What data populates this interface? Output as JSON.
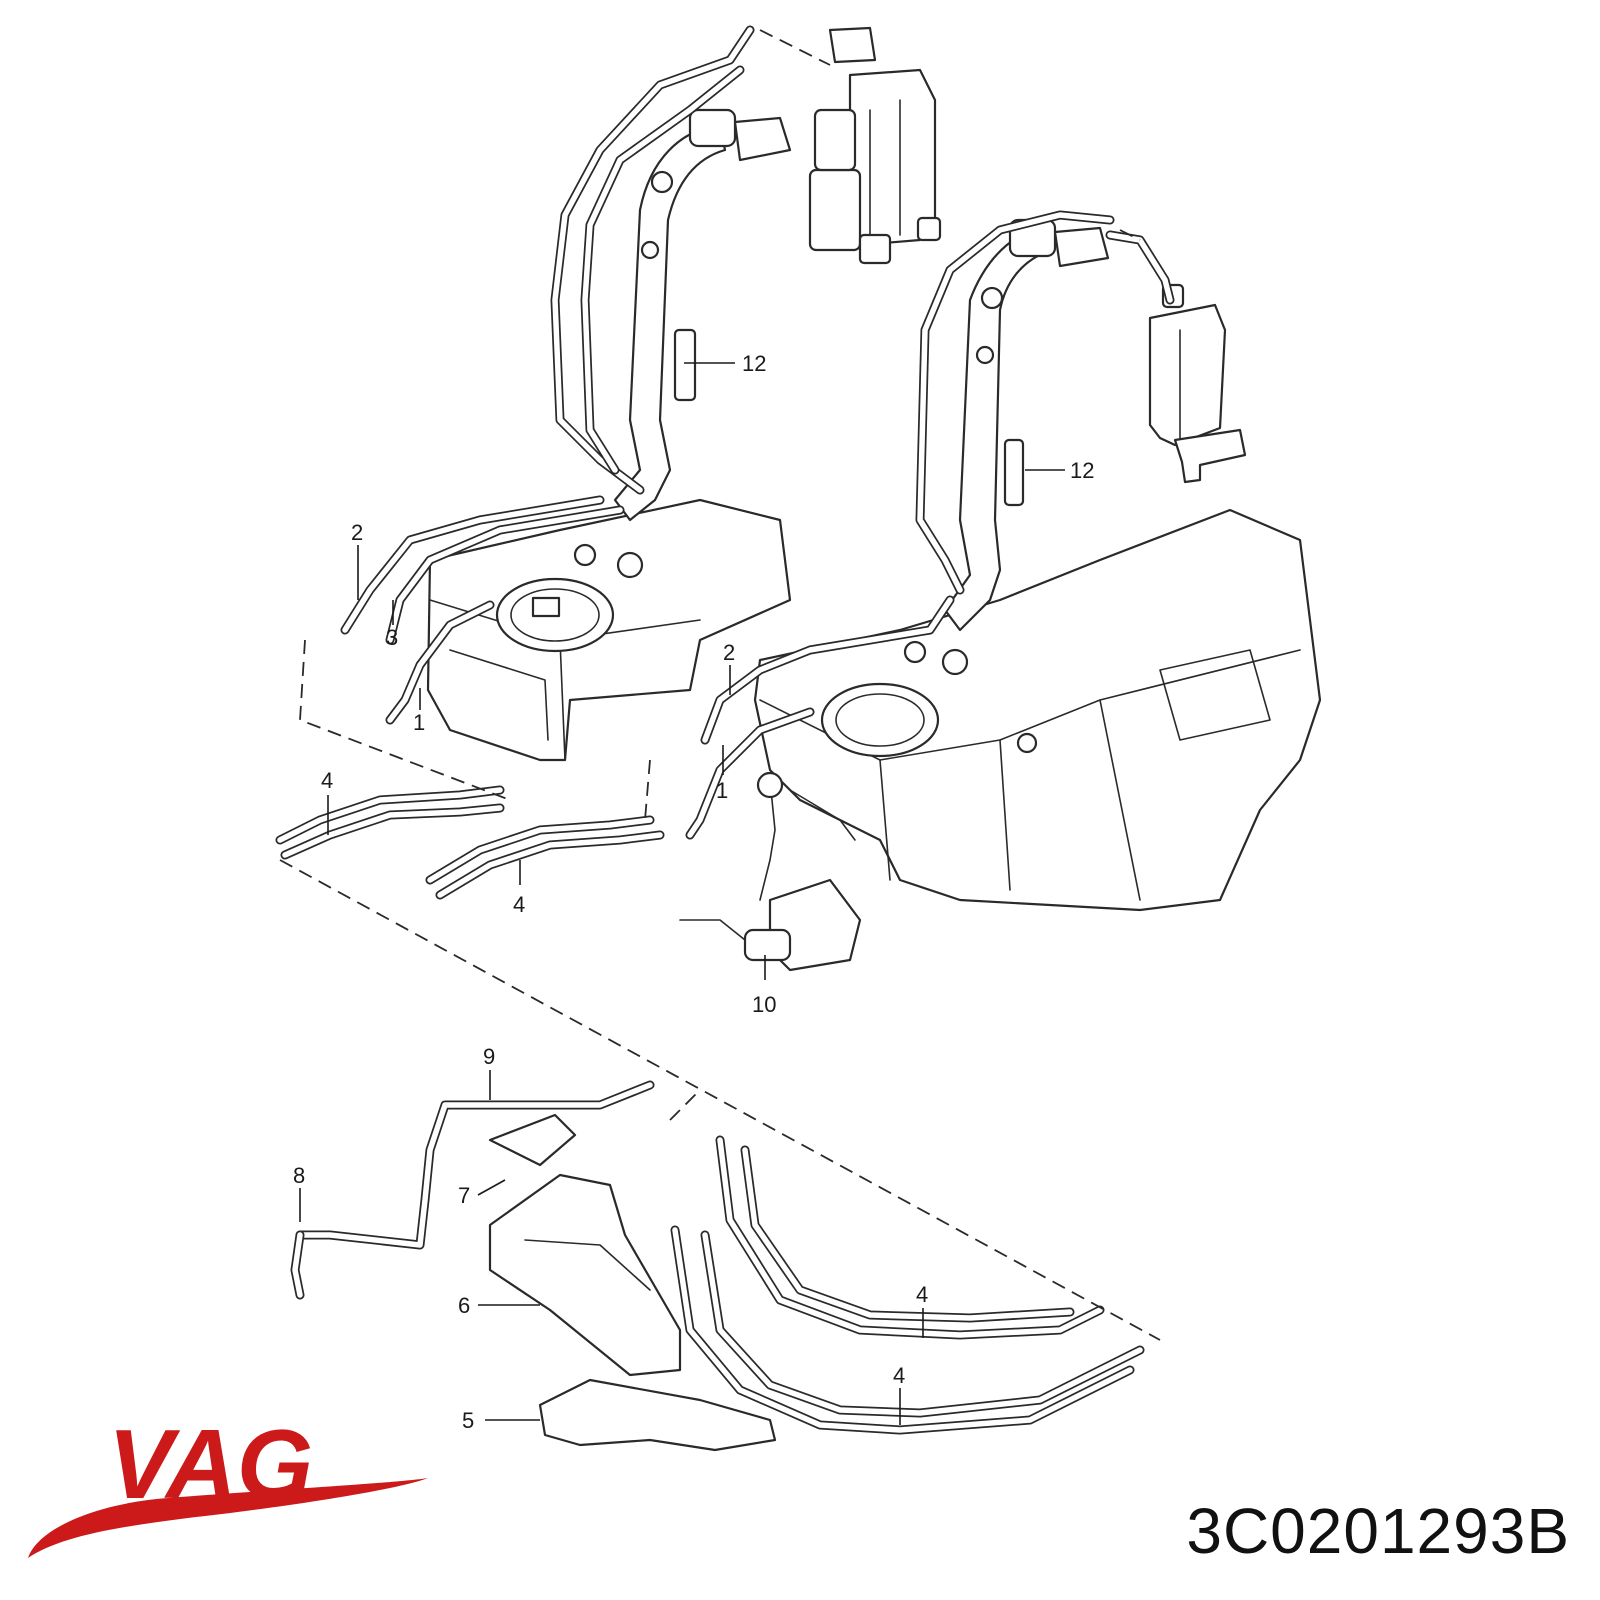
{
  "diagram": {
    "callouts": [
      "1",
      "1",
      "2",
      "2",
      "3",
      "4",
      "4",
      "4",
      "4",
      "5",
      "6",
      "7",
      "8",
      "9",
      "10",
      "12",
      "12"
    ]
  },
  "brand": {
    "name": "VAG",
    "color": "#cc1a1a"
  },
  "part_number": "3C0201293B"
}
